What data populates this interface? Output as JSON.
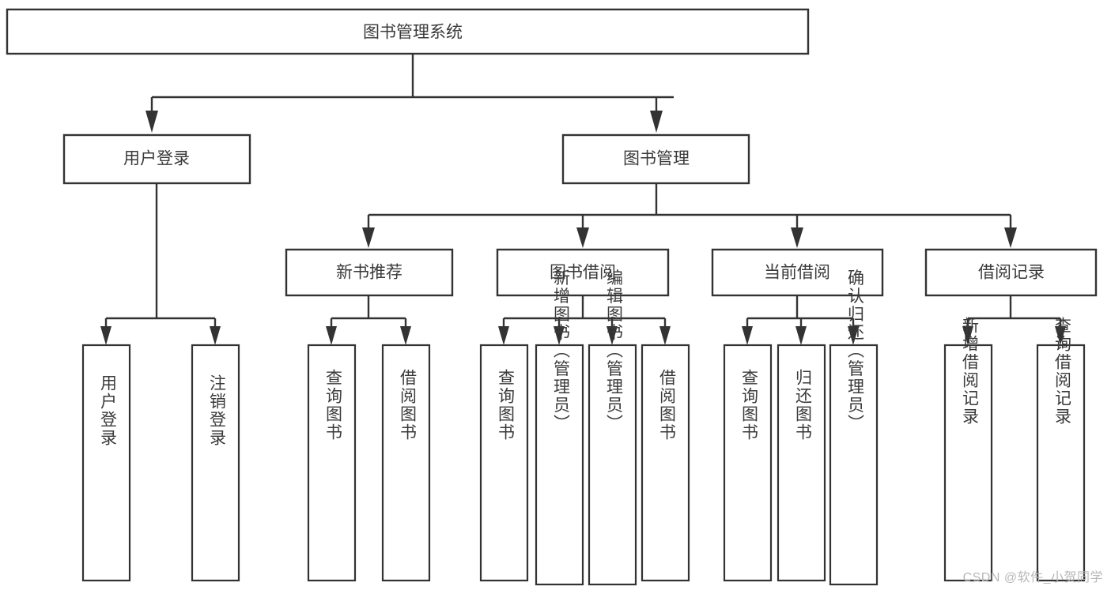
{
  "diagram": {
    "type": "tree-hierarchy",
    "title": "图书管理系统",
    "watermark": "CSDN @软件_小贺同学",
    "root": {
      "id": "root",
      "label": "图书管理系统"
    },
    "level1": [
      {
        "id": "user-login",
        "label": "用户登录"
      },
      {
        "id": "book-manage",
        "label": "图书管理"
      }
    ],
    "level2": [
      {
        "id": "new-book-recommend",
        "label": "新书推荐",
        "parent": "book-manage"
      },
      {
        "id": "book-borrow",
        "label": "图书借阅",
        "parent": "book-manage"
      },
      {
        "id": "current-borrow",
        "label": "当前借阅",
        "parent": "book-manage"
      },
      {
        "id": "borrow-record",
        "label": "借阅记录",
        "parent": "book-manage"
      }
    ],
    "leaves": [
      {
        "id": "leaf-user-login",
        "label": "用户登录",
        "parent": "user-login"
      },
      {
        "id": "leaf-user-logout",
        "label": "注销登录",
        "parent": "user-login"
      },
      {
        "id": "leaf-query-book-1",
        "label": "查询图书",
        "parent": "new-book-recommend"
      },
      {
        "id": "leaf-borrow-book-1",
        "label": "借阅图书",
        "parent": "new-book-recommend"
      },
      {
        "id": "leaf-query-book-2",
        "label": "查询图书",
        "parent": "book-borrow"
      },
      {
        "id": "leaf-add-book",
        "label": "新增图书（管理员）",
        "parent": "book-borrow"
      },
      {
        "id": "leaf-edit-book",
        "label": "编辑图书（管理员）",
        "parent": "book-borrow"
      },
      {
        "id": "leaf-borrow-book-2",
        "label": "借阅图书",
        "parent": "book-borrow"
      },
      {
        "id": "leaf-query-book-3",
        "label": "查询图书",
        "parent": "current-borrow"
      },
      {
        "id": "leaf-return-book",
        "label": "归还图书",
        "parent": "current-borrow"
      },
      {
        "id": "leaf-confirm-return",
        "label": "确认归还（管理员）",
        "parent": "current-borrow"
      },
      {
        "id": "leaf-add-record",
        "label": "新增借阅记录",
        "parent": "borrow-record"
      },
      {
        "id": "leaf-query-record",
        "label": "查询借阅记录",
        "parent": "borrow-record"
      }
    ],
    "colors": {
      "stroke": "#333333",
      "fill": "#ffffff",
      "text": "#3a3a3a",
      "watermark": "#b8b8b8",
      "background": "#ffffff"
    }
  }
}
